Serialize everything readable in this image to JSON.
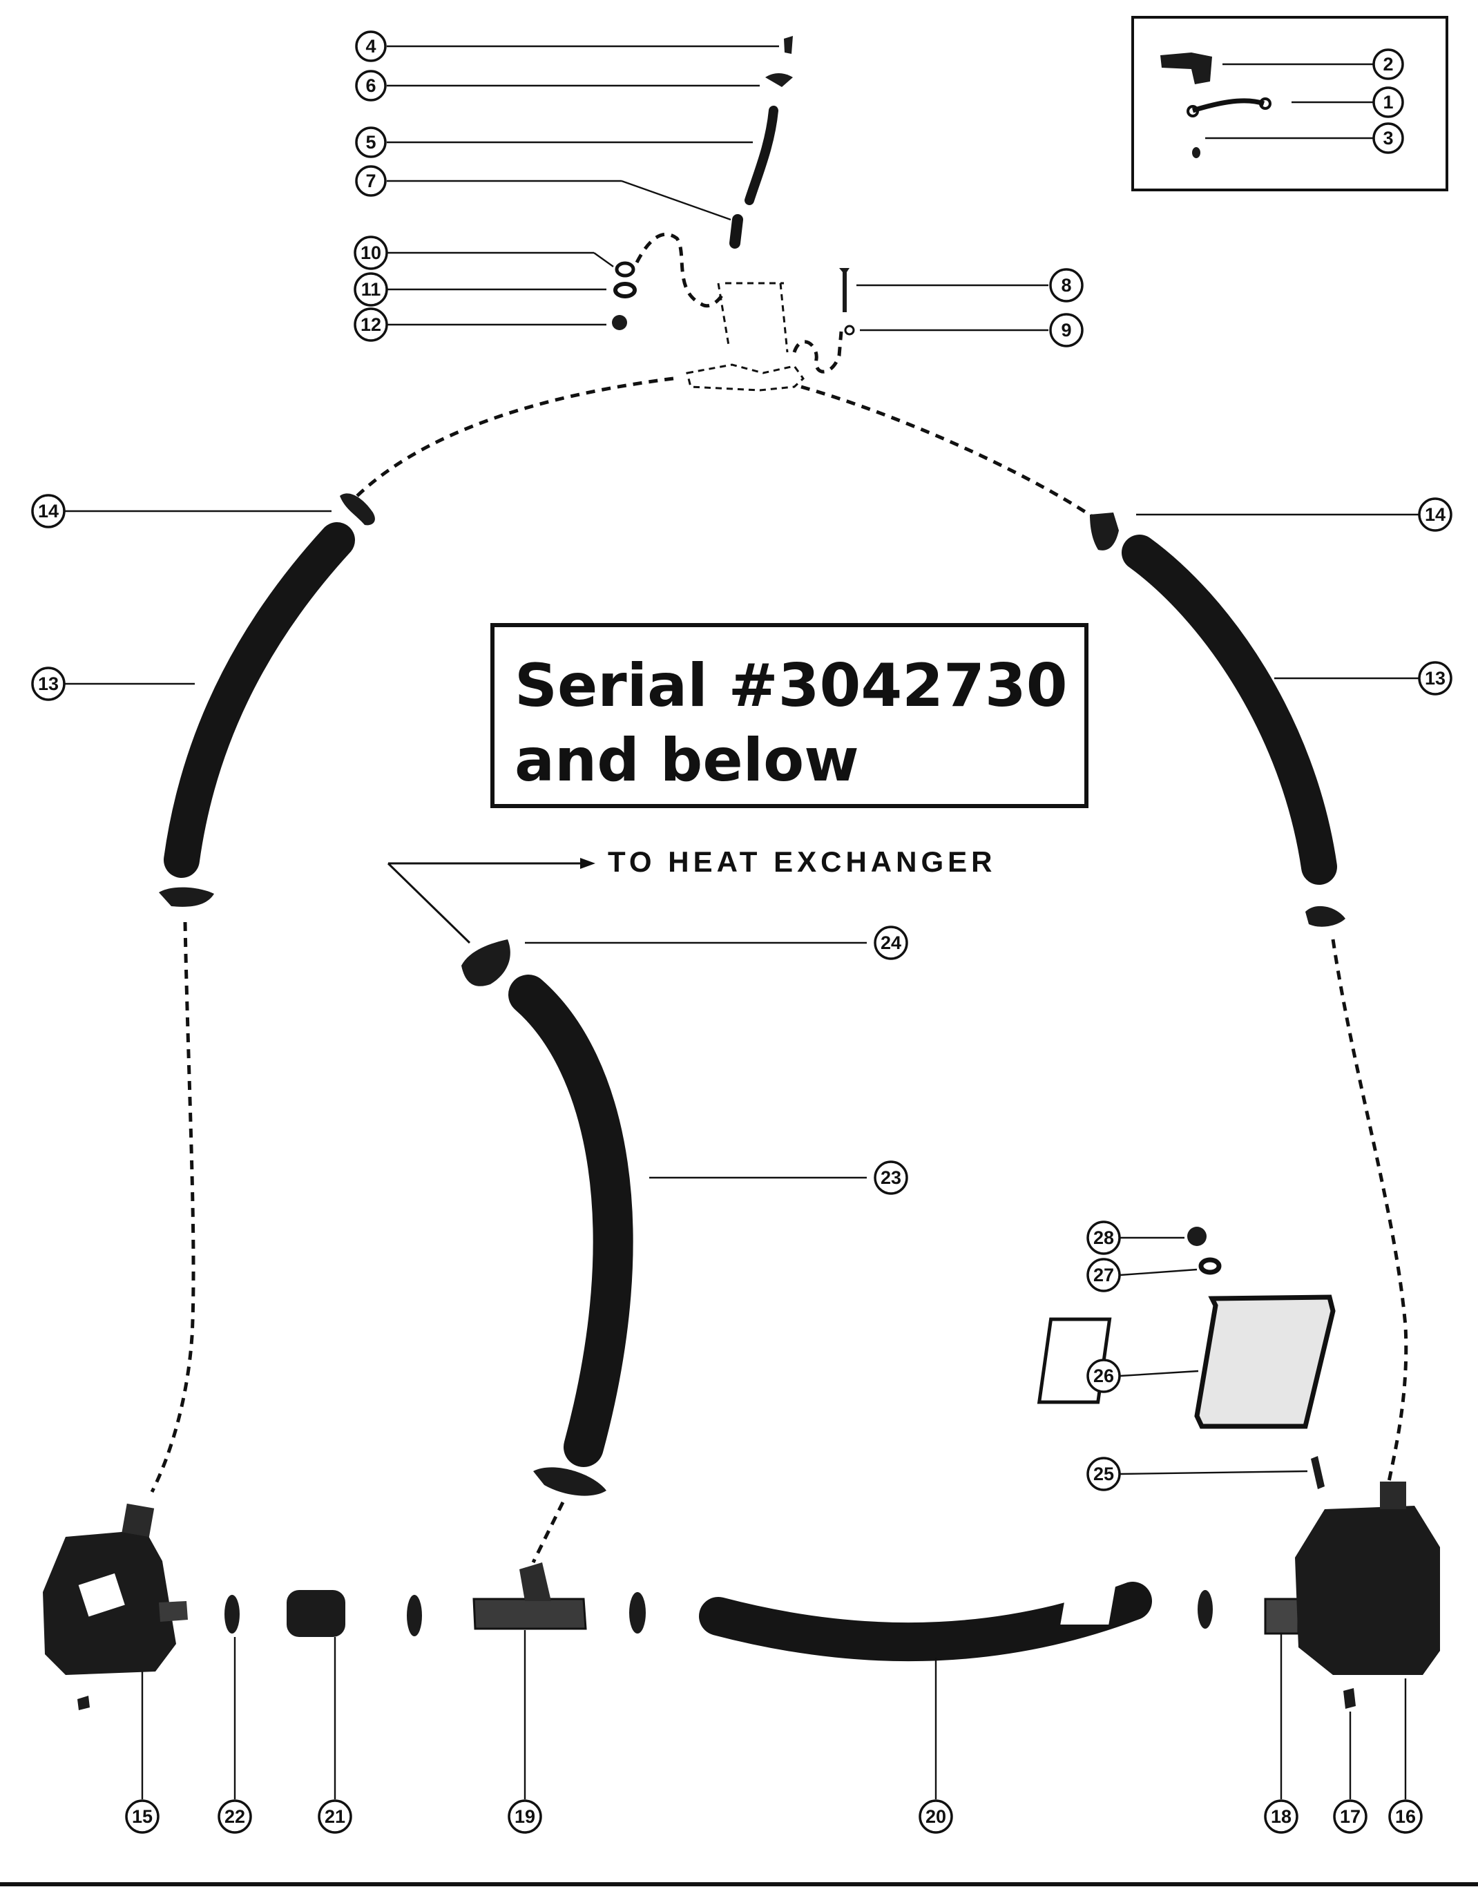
{
  "serial_box": {
    "line1": "Serial #3042730",
    "line2": "and below"
  },
  "heat_exchanger_label": "TO HEAT EXCHANGER",
  "part_numbers": [
    "1",
    "2",
    "3",
    "4",
    "5",
    "6",
    "7",
    "8",
    "9",
    "10",
    "11",
    "12",
    "13",
    "14",
    "15",
    "16",
    "17",
    "18",
    "19",
    "20",
    "21",
    "22",
    "23",
    "24",
    "25",
    "26",
    "27",
    "28"
  ],
  "callouts": [
    {
      "id": "c4",
      "text": "4"
    },
    {
      "id": "c6",
      "text": "6"
    },
    {
      "id": "c5",
      "text": "5"
    },
    {
      "id": "c7",
      "text": "7"
    },
    {
      "id": "c10",
      "text": "10"
    },
    {
      "id": "c11",
      "text": "11"
    },
    {
      "id": "c12",
      "text": "12"
    },
    {
      "id": "c8",
      "text": "8"
    },
    {
      "id": "c9",
      "text": "9"
    },
    {
      "id": "c2",
      "text": "2"
    },
    {
      "id": "c1",
      "text": "1"
    },
    {
      "id": "c3",
      "text": "3"
    },
    {
      "id": "c14a",
      "text": "14"
    },
    {
      "id": "c14b",
      "text": "14"
    },
    {
      "id": "c13a",
      "text": "13"
    },
    {
      "id": "c13b",
      "text": "13"
    },
    {
      "id": "c24",
      "text": "24"
    },
    {
      "id": "c23",
      "text": "23"
    },
    {
      "id": "c28",
      "text": "28"
    },
    {
      "id": "c27",
      "text": "27"
    },
    {
      "id": "c26",
      "text": "26"
    },
    {
      "id": "c25",
      "text": "25"
    },
    {
      "id": "c15",
      "text": "15"
    },
    {
      "id": "c22",
      "text": "22"
    },
    {
      "id": "c21",
      "text": "21"
    },
    {
      "id": "c19",
      "text": "19"
    },
    {
      "id": "c20",
      "text": "20"
    },
    {
      "id": "c18",
      "text": "18"
    },
    {
      "id": "c17",
      "text": "17"
    },
    {
      "id": "c16",
      "text": "16"
    }
  ],
  "colors": {
    "ink": "#111111",
    "background": "#ffffff"
  }
}
